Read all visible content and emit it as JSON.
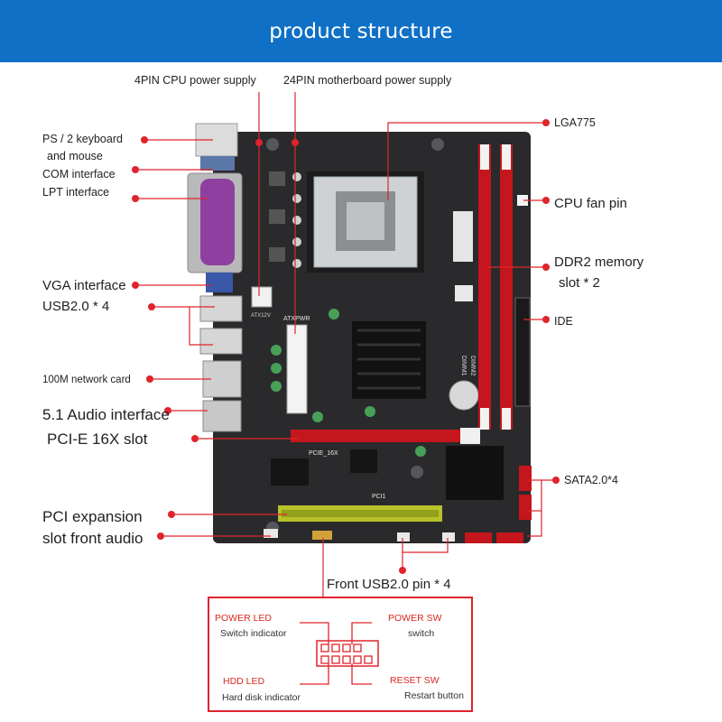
{
  "header": {
    "title": "product structure"
  },
  "labels": {
    "cpu_power": "4PIN CPU power supply",
    "mb_power": "24PIN motherboard power supply",
    "ps2": "PS / 2 keyboard",
    "ps2_b": "and mouse",
    "com": "COM interface",
    "lpt": "LPT interface",
    "vga": "VGA interface",
    "usb": "USB2.0 * 4",
    "lan": "100M network card",
    "audio": "5.1 Audio interface",
    "pcie": "PCI-E 16X slot",
    "pci": "PCI expansion",
    "front_audio": "slot front audio",
    "lga": "LGA775",
    "fan": "CPU fan pin",
    "ddr": "DDR2 memory",
    "ddr_b": "slot * 2",
    "ide": "IDE",
    "sata": "SATA2.0*4",
    "front_usb": "Front USB2.0 pin * 4"
  },
  "board_print": {
    "atx12v": "ATX12V",
    "atxpwr": "ATXPWR",
    "pcie16": "PCIE_16X",
    "pci1": "PCI1",
    "dimm1": "DIMM1",
    "dimm2": "DIMM2"
  },
  "pinout": {
    "power_led": "POWER LED",
    "switch_indicator": "Switch indicator",
    "power_sw": "POWER SW",
    "switch": "switch",
    "hdd_led": "HDD LED",
    "hdd_indicator": "Hard disk indicator",
    "reset_sw": "RESET SW",
    "restart": "Restart button"
  },
  "colors": {
    "header": "#0f70c6",
    "accent": "#e0242b",
    "board": "#2a2a2c",
    "ram_slot": "#c4161c",
    "pci_slot": "#b7c22a",
    "io_purple": "#8e3fa0"
  }
}
